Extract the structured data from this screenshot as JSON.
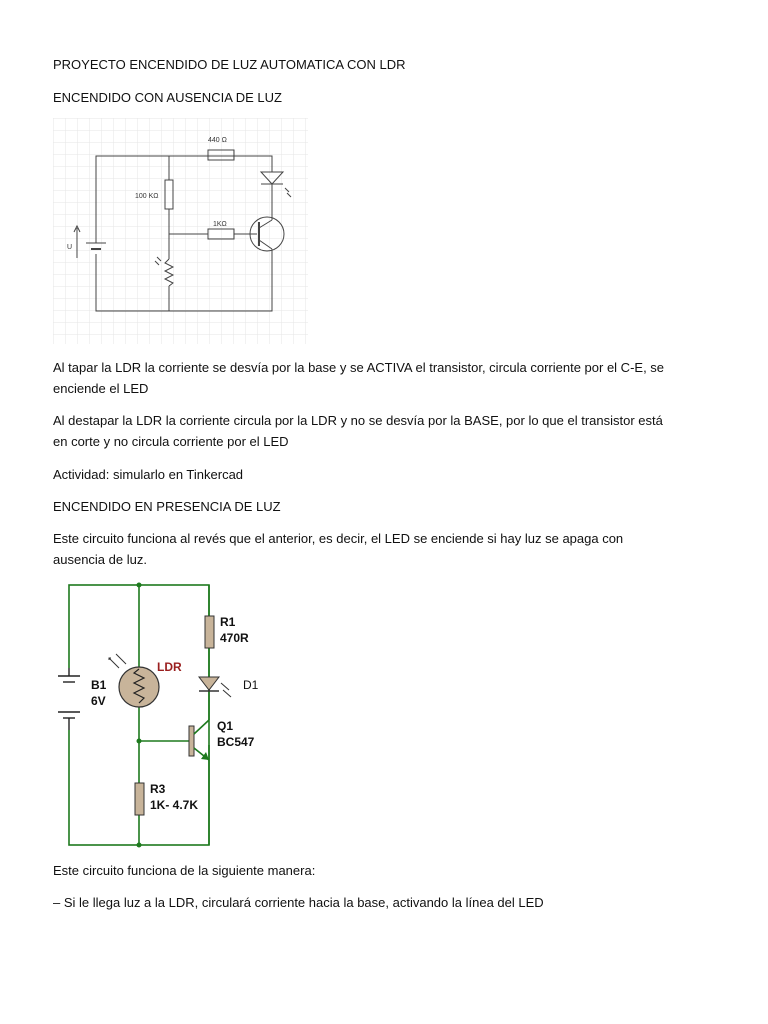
{
  "doc": {
    "title": "PROYECTO ENCENDIDO DE LUZ AUTOMATICA CON LDR",
    "section1_heading": "ENCENDIDO CON AUSENCIA DE LUZ",
    "para1": "Al tapar la LDR la corriente se desvía por la base y se ACTIVA el transistor, circula corriente por el C-E, se enciende el LED",
    "para2": " Al destapar la LDR la corriente circula por la LDR y no se desvía por la BASE, por lo que el transistor está en corte y no circula corriente por el LED",
    "activity": "Actividad: simularlo en Tinkercad",
    "section2_heading": "ENCENDIDO EN PRESENCIA DE LUZ",
    "para3": "Este circuito funciona al revés que el anterior, es decir, el LED se enciende si hay luz se apaga con ausencia de luz.",
    "para4": "Este circuito funciona de la siguiente manera:",
    "para5": "– Si le llega luz a la LDR, circulará corriente hacia la base, activando la línea del LED"
  },
  "figure1": {
    "r_led_label": "440 Ω",
    "r_top_label": "100 KΩ",
    "r_base_label": "1KΩ",
    "source_label": "U"
  },
  "figure2": {
    "r1_name": "R1",
    "r1_value": "470R",
    "ldr_label": "LDR",
    "led_name": "D1",
    "battery_name": "B1",
    "battery_value": "6V",
    "q_name": "Q1",
    "q_value": "BC547",
    "r3_name": "R3",
    "r3_value": "1K- 4.7K"
  },
  "colors": {
    "wire2": "#1e7a1e",
    "component2": "#c8b49a",
    "ldr_text": "#9a1f1f"
  }
}
